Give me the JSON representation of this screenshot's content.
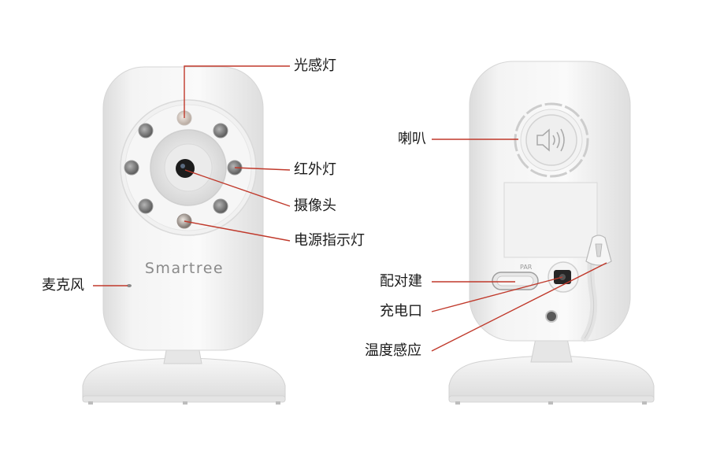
{
  "front": {
    "brand": "Smartree",
    "labels": {
      "light_sensor": "光感灯",
      "infrared_light": "红外灯",
      "camera": "摄像头",
      "power_indicator": "电源指示灯",
      "microphone": "麦克风"
    }
  },
  "back": {
    "pair_text": "PAR",
    "labels": {
      "speaker": "喇叭",
      "pair_button": "配对建",
      "charging_port": "充电口",
      "temperature_sensor": "温度感应"
    }
  },
  "colors": {
    "callout_line": "#c0392b",
    "device_body": "#f3f3f3",
    "label_text": "#1a1a1a"
  },
  "icons": [
    "speaker-icon"
  ]
}
